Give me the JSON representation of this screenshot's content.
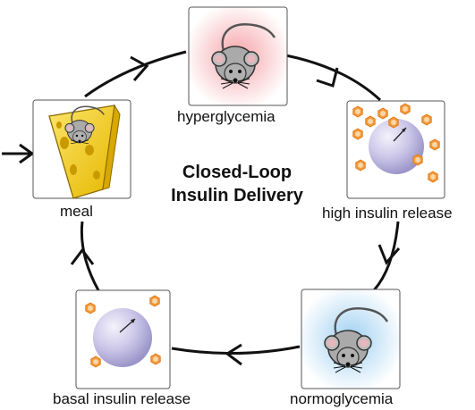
{
  "title": {
    "line1": "Closed-Loop",
    "line2": "Insulin Delivery"
  },
  "steps": [
    {
      "label": "hyperglycemia",
      "icon": "mouse-icon",
      "glow": "#f5a3a8"
    },
    {
      "label": "high insulin release",
      "icon": "insulin-sphere-icon"
    },
    {
      "label": "normoglycemia",
      "icon": "mouse-icon",
      "glow": "#9fd0f2"
    },
    {
      "label": "basal insulin release",
      "icon": "insulin-sphere-icon"
    },
    {
      "label": "meal",
      "icon": "cheese-mouse-icon"
    }
  ],
  "colors": {
    "insulin_hexagon": "#f08a24",
    "sphere": "#c4bfe4",
    "cheese": "#f2cf1f",
    "mouse_body": "#a9a9a9",
    "cycle_line": "#111111"
  }
}
